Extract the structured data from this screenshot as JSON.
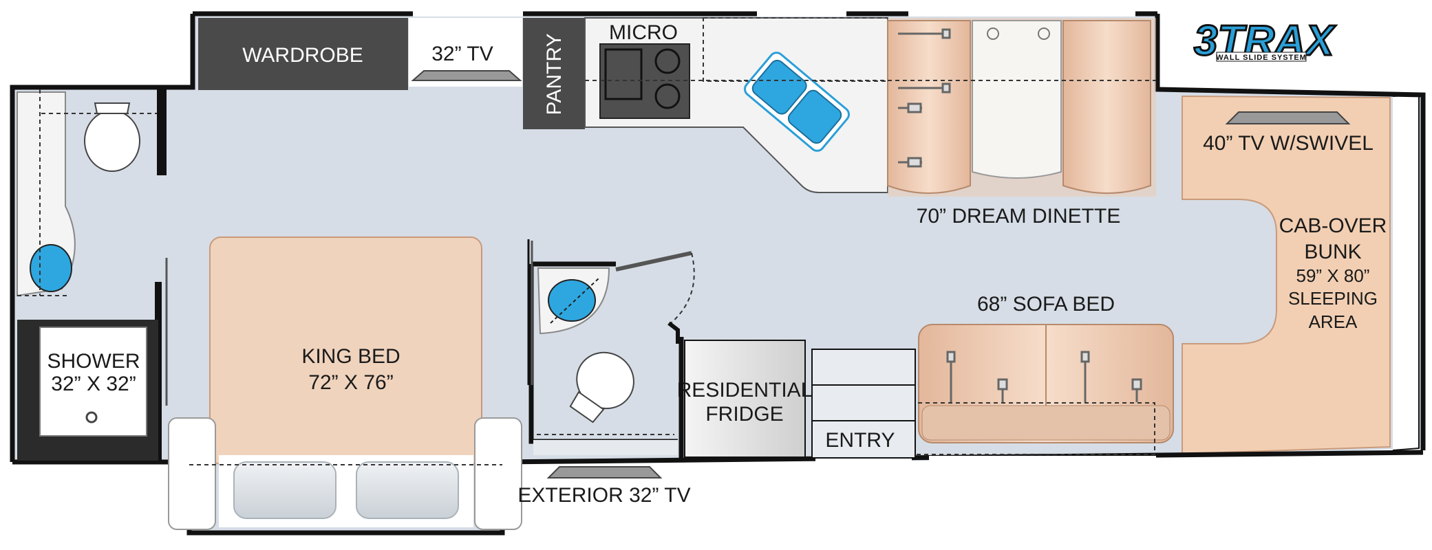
{
  "labels": {
    "wardrobe": "WARDROBE",
    "tv_32": "32” TV",
    "pantry": "PANTRY",
    "micro": "MICRO",
    "tv_40": "40” TV W/SWIVEL",
    "dinette": "70” DREAM DINETTE",
    "cabover_line1": "CAB-OVER",
    "cabover_line2": "BUNK",
    "cabover_line3": "59” X 80”",
    "cabover_line4": "SLEEPING",
    "cabover_line5": "AREA",
    "sofa": "68” SOFA BED",
    "shower_line1": "SHOWER",
    "shower_line2": "32” X 32”",
    "bed_line1": "KING BED",
    "bed_line2": "72” X 76”",
    "fridge_line1": "RESIDENTIAL",
    "fridge_line2": "FRIDGE",
    "entry": "ENTRY",
    "exterior_tv": "EXTERIOR 32” TV"
  },
  "logo": {
    "main": "3TRAX",
    "sub": "WALL SLIDE SYSTEM"
  },
  "colors": {
    "floor": "#d6dde6",
    "wall": "#111111",
    "cabinet_dark": "#4a4a4a",
    "bed": "#efd3bd",
    "dinette": "#eccab2",
    "cab_bunk": "#f2cfb3",
    "fixture_blue": "#2ea7e0",
    "logo_blue": "#2a9fd8"
  }
}
